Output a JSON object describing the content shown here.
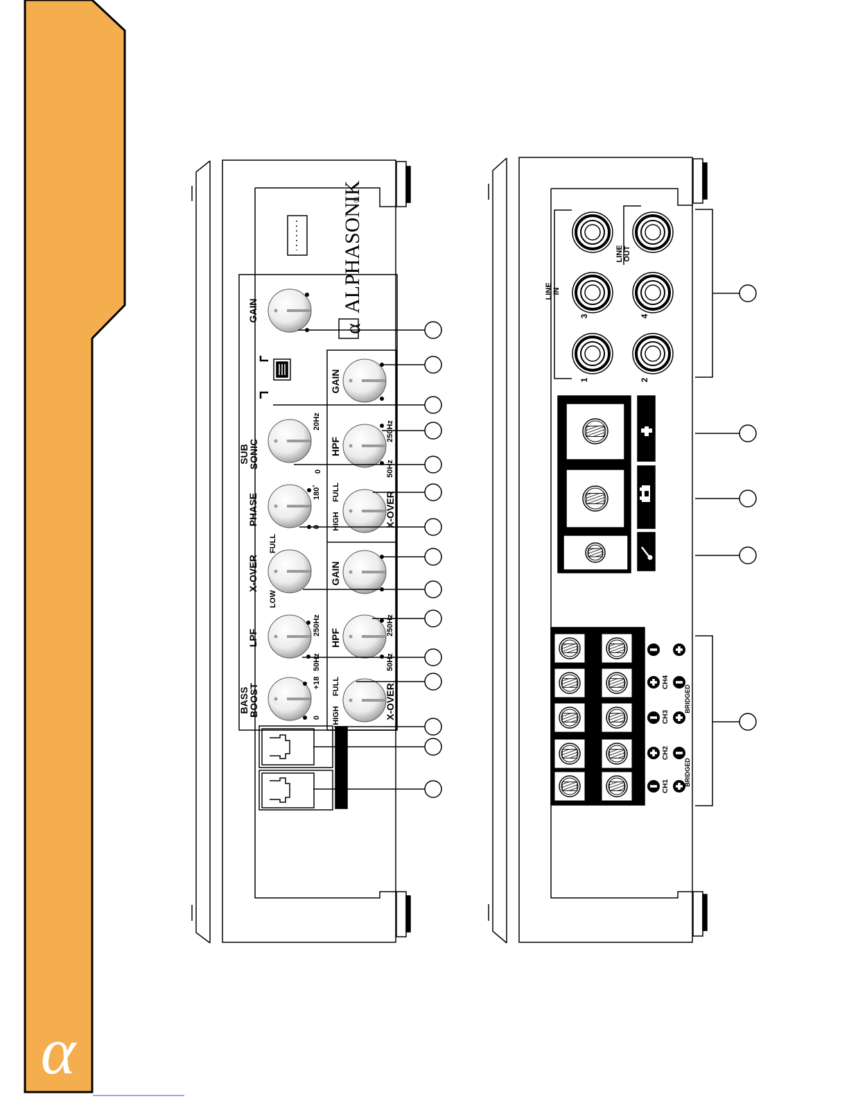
{
  "brand": {
    "name": "ALPHASONIK",
    "registered": "®",
    "symbol": "α",
    "corner_symbol": "α"
  },
  "colors": {
    "tab": "#F5AE4E",
    "ink": "#000000",
    "paper": "#ffffff"
  },
  "front_panel": {
    "controls_main": {
      "gain": "GAIN",
      "subsonic_1": "SUB",
      "subsonic_2": "SONIC",
      "subsonic_min": "0",
      "subsonic_max": "20Hz",
      "phase": "PHASE",
      "phase_min": "0",
      "phase_max": "180˚",
      "xover": "X-OVER",
      "xover_min": "LOW",
      "xover_max": "FULL",
      "lpf": "LPF",
      "lpf_min": "50Hz",
      "lpf_max": "250Hz",
      "bass_1": "BASS",
      "bass_2": "BOOST",
      "bass_min": "0",
      "bass_max": "+18"
    },
    "channel_pair": {
      "gain": "GAIN",
      "hpf": "HPF",
      "hpf_min": "50Hz",
      "hpf_max": "250Hz",
      "xover": "X-OVER",
      "xover_min": "HIGH",
      "xover_max": "FULL"
    }
  },
  "rear_panel": {
    "line_in": [
      "LINE",
      "IN"
    ],
    "line_out": [
      "LINE",
      "OUT"
    ],
    "rca_numbers": [
      "1",
      "2",
      "3",
      "4"
    ],
    "speaker_channels": [
      "CH1",
      "CH2",
      "CH3",
      "CH4"
    ],
    "bridged": "BRIDGED"
  }
}
